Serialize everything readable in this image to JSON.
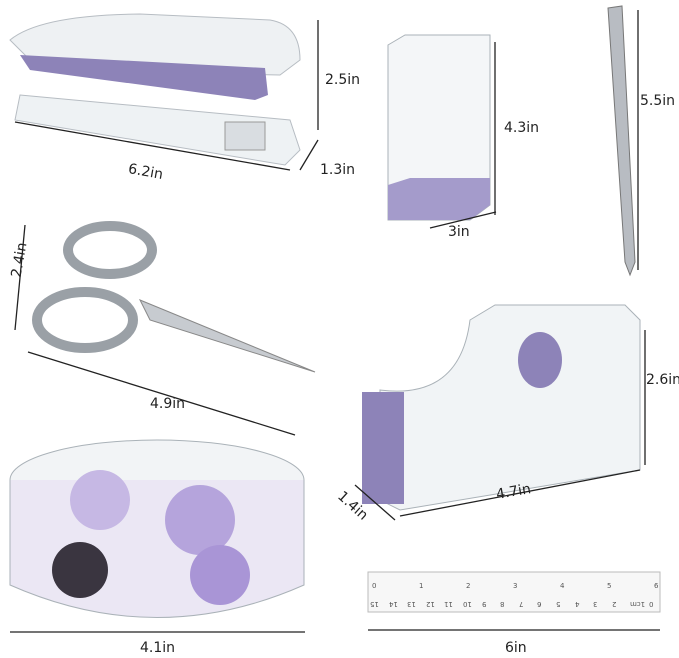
{
  "colors": {
    "accent_purple": "#8d83b8",
    "acrylic": "#e8ecef",
    "chrome": "#b8bcc2",
    "line": "#222222"
  },
  "items": {
    "stapler": {
      "width": "6.2in",
      "height": "2.5in",
      "depth": "1.3in"
    },
    "pen_holder": {
      "height": "4.3in",
      "width": "3in"
    },
    "pen": {
      "length": "5.5in"
    },
    "scissors": {
      "height": "2.4in",
      "length": "4.9in"
    },
    "tape_dispenser": {
      "height": "2.6in",
      "length": "4.7in",
      "depth": "1.4in"
    },
    "clip_bowl": {
      "diameter": "4.1in"
    },
    "ruler": {
      "length": "6in",
      "inch_marks": [
        "0",
        "1",
        "2",
        "3",
        "4",
        "5",
        "6"
      ],
      "cm_marks": [
        "15",
        "14",
        "13",
        "12",
        "11",
        "10",
        "9",
        "8",
        "7",
        "6",
        "5",
        "4",
        "3",
        "2",
        "1cm",
        "0"
      ]
    }
  }
}
